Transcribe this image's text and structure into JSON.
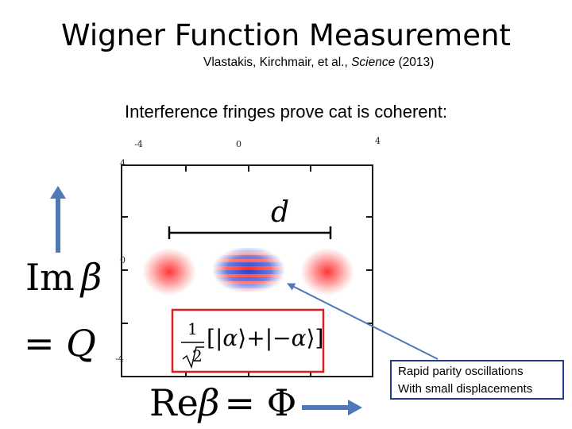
{
  "slide": {
    "title": "Wigner Function Measurement",
    "citation": {
      "authors": "Vlastakis, Kirchmair, et al., ",
      "journal": "Science",
      "year": " (2013)"
    },
    "subtitle": "Interference fringes prove cat is coherent:"
  },
  "plot": {
    "x_ticks": [
      "-4",
      "0",
      "4"
    ],
    "y_ticks": [
      "4",
      "0",
      "-4"
    ],
    "distance_label": "d",
    "state_formula": {
      "numerator": "1",
      "denominator": "2",
      "ket_alpha": "α",
      "plus": "+",
      "ket_minus_alpha": "−α"
    }
  },
  "labels": {
    "im": "Im",
    "beta": "β",
    "equals_q": "= Q",
    "re": "Re",
    "equals_phi": "= Φ"
  },
  "annotation": {
    "line1": "Rapid parity oscillations",
    "line2": "With small displacements"
  },
  "colors": {
    "blob_red": "#ff3b3b",
    "fringe_blue": "#3a4fd6",
    "arrow_blue": "#4f78b8",
    "formula_box": "#d81f1f",
    "annotation_border": "#1f3d8a"
  }
}
